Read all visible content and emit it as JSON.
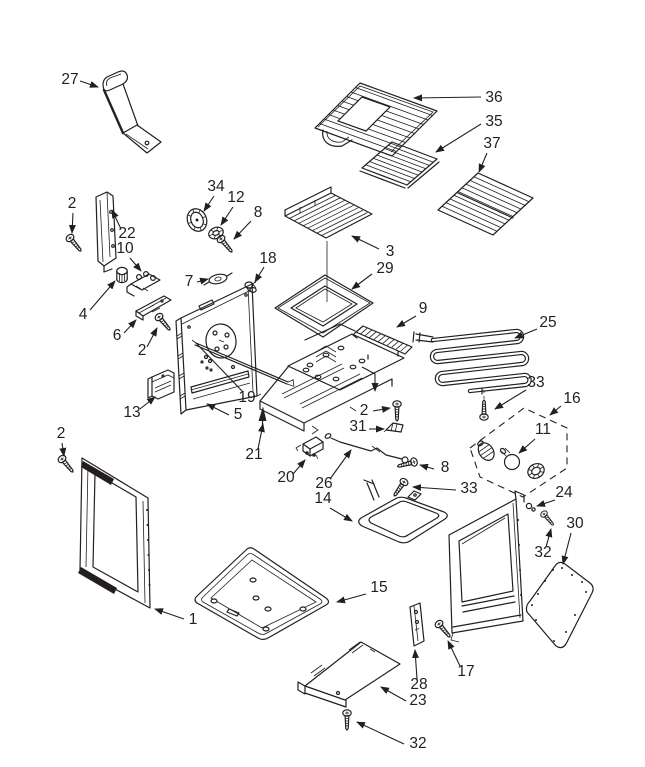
{
  "diagram": {
    "background": "#ffffff",
    "ink": "#231f20",
    "labels": [
      "27",
      "36",
      "35",
      "37",
      "3",
      "29",
      "18",
      "7",
      "34",
      "12",
      "8",
      "2",
      "22",
      "10",
      "4",
      "6",
      "2",
      "13",
      "19",
      "5",
      "2",
      "31",
      "21",
      "20",
      "26",
      "8",
      "33",
      "14",
      "16",
      "33",
      "11",
      "25",
      "9",
      "24",
      "32",
      "30",
      "15",
      "1",
      "2",
      "17",
      "28",
      "23",
      "32"
    ]
  }
}
